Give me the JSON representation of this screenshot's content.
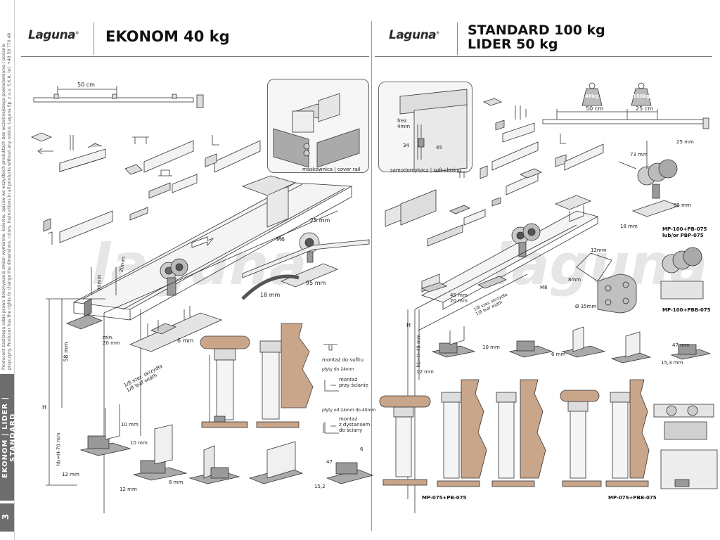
{
  "sidebar": {
    "legal_text": "Producent zastrzega sobie prawo dokonywania zmian wymiarów, kolorów, opisów we wszystkich produktach bez wcześniejszego powiadamiania i podania przyczyny. Producer has the rights to change the dimensions, colors, instructions in all products without any notice. Laguna Sp. z o.o. S.K.A. tel. +48 58 770 48 00, fax: +48 743 57 01, e-mail: laguna@laguna.pl, www.laguna.pl",
    "tab_label": "EKONOM | LIDER | STANDARD",
    "page_number": "3"
  },
  "left_page": {
    "logo": "Laguna",
    "title": "EKONOM 40 kg",
    "dims": {
      "rail_spacing": "50 cm",
      "cover_rail_caption": "maskownica | cover rail",
      "wheel_dia": "25 mm",
      "m6": "M6",
      "d20mm_a": "20mm",
      "d20mm_b": "20mm",
      "d18mm": "18 mm",
      "d95mm": "95 mm",
      "d6mm": "6 mm",
      "min20": "min.\n20 mm",
      "d58mm": "58 mm",
      "h_label": "H",
      "hb_label": "hb=H-70 mm",
      "leaf_width": "1/8 szer. skrzydła\n1/8 leaf width",
      "d10mm_a": "10 mm",
      "d10mm_b": "10 mm",
      "d12mm_a": "12 mm",
      "d12mm_b": "12 mm",
      "d6mm_b": "6 mm",
      "d47": "47",
      "d6": "6",
      "d152": "15,2"
    },
    "mount_notes": {
      "ceiling": "montaż do sufitu",
      "board24": "płyty do 24mm",
      "wall": "montaż\nprzy ścianie",
      "board24_40": "płyty od 24mm do 40mm",
      "spacer": "montaż\nz dystansem\ndo ściany"
    }
  },
  "right_page": {
    "logo": "Laguna",
    "title_line1": "STANDARD 100 kg",
    "title_line2": "LIDER 50 kg",
    "inset_caption": "samodomykacz | soft closing",
    "inset_dims": {
      "frez": "frez",
      "d4mm": "4mm",
      "d34": "34",
      "d45": "45"
    },
    "weights": {
      "w1": "40kg",
      "w2": "100kg"
    },
    "dims": {
      "d50cm": "50 cm",
      "d25cm": "25 cm",
      "d25mm": "25 mm",
      "d73mm": "73 mm",
      "d95mm": "95 mm",
      "d18mm": "18 mm",
      "d12mm": "12mm",
      "d8mm": "8mm",
      "d35mm": "Ø 35mm",
      "m8": "M8",
      "leaf_width": "1/8 szer. skrzydła\n1/8 leaf width",
      "h_label": "H",
      "hb_label": "hb=H-49 mm",
      "d10mm": "10 mm",
      "d12mm_b": "12 mm",
      "d6mm": "6 mm",
      "d47mm": "47 mm",
      "d153mm": "15,3 mm",
      "d45mm": "45 mm",
      "d20mm": "20 mm"
    },
    "models": {
      "m1": "MP-100+PB-075\nlub/or PBP-075",
      "m2": "MP-100+PBB-075",
      "m3": "MP-075+PB-075",
      "m4": "MP-075+PBB-075"
    }
  },
  "watermark": "laguna"
}
